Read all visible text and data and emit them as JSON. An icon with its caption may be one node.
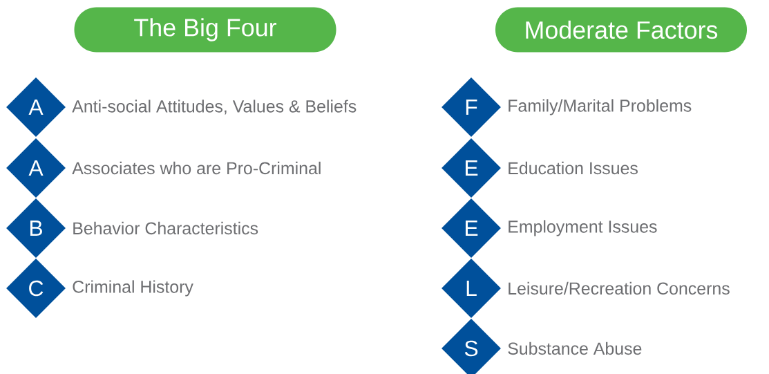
{
  "diagram": {
    "nodes": [
      {
        "text": [
          "The Big Four"
        ]
      },
      {
        "text": [
          "Moderate Factors"
        ]
      },
      {
        "text": [
          "A"
        ],
        "beside": [
          "Anti-social Attitudes, Values & Beliefs"
        ]
      },
      {
        "text": [
          "A"
        ],
        "beside": [
          "Associates who are Pro-Criminal"
        ]
      },
      {
        "text": [
          "B"
        ],
        "beside": [
          "Behavior Characteristics"
        ]
      },
      {
        "text": [
          "C"
        ],
        "beside": [
          "Criminal History"
        ]
      },
      {
        "text": [
          "F"
        ],
        "beside": [
          "Family/Marital Problems"
        ]
      },
      {
        "text": [
          "E"
        ],
        "beside": [
          "Education Issues"
        ]
      },
      {
        "text": [
          "E"
        ],
        "beside": [
          "Employment Issues"
        ]
      },
      {
        "text": [
          "L"
        ],
        "beside": [
          "Leisure/Recreation Concerns"
        ]
      },
      {
        "text": [
          "S"
        ],
        "beside": [
          "Substance Abuse"
        ]
      }
    ]
  }
}
